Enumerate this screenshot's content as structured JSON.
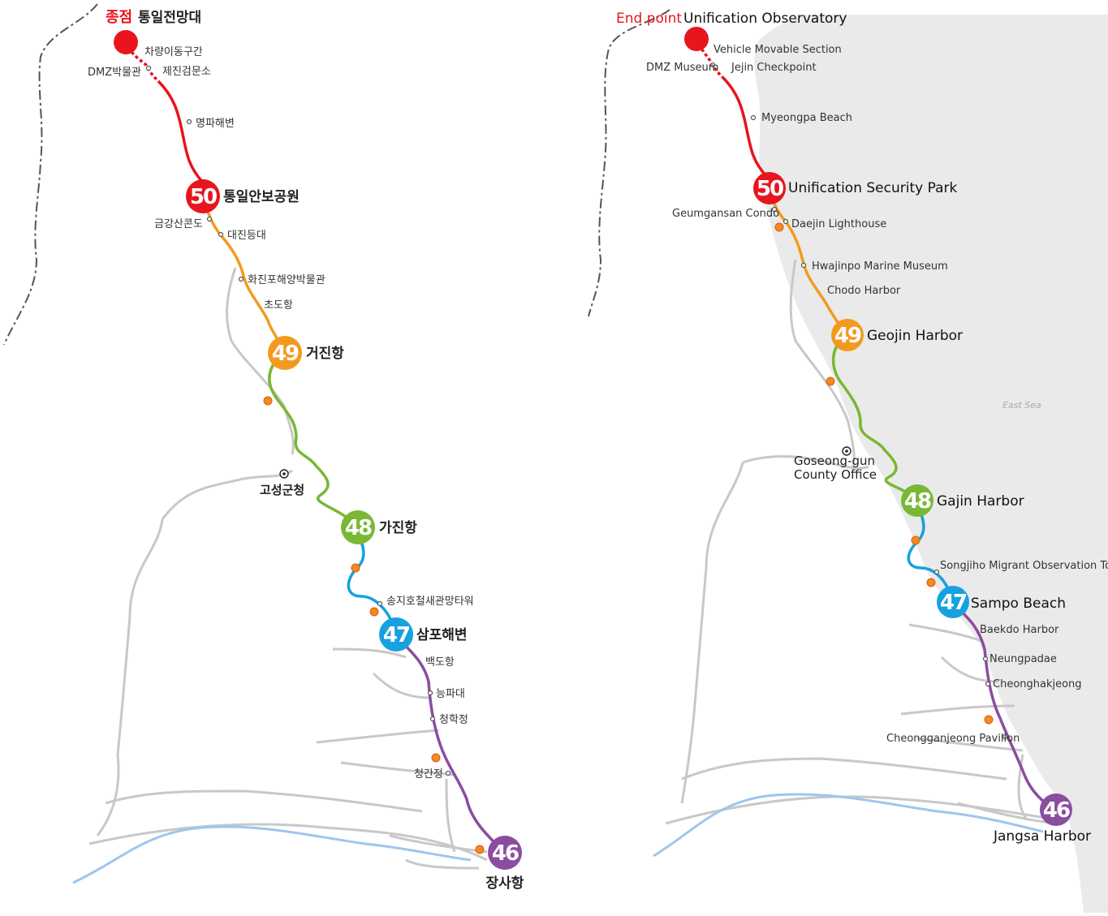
{
  "colors": {
    "red": "#e8141e",
    "orange": "#f39a1e",
    "green": "#78b834",
    "blue": "#17a1e0",
    "purple": "#8a4da0",
    "road": "#c8c8c8",
    "river": "#9dc6ee",
    "border": "#555555",
    "sea": "#eaeaea"
  },
  "icons": {
    "flower": "flower-marker-icon",
    "office": "county-office-icon"
  },
  "left": {
    "end": {
      "tag": "종점",
      "name": "통일전망대"
    },
    "labels": {
      "vehicle": "차량이동구간",
      "dmz": "DMZ박물관",
      "jejin": "제진검문소",
      "myeongpa": "명파해변",
      "geumgang": "금강산콘도",
      "daejin": "대진등대",
      "hwajinpo": "화진포해양박물관",
      "chodo": "초도항",
      "county": "고성군청",
      "songjiho": "송지호철새관망타워",
      "baekdo": "백도항",
      "neungpa": "능파대",
      "cheonghak": "청학정",
      "cheonggan": "청간정"
    },
    "stations": [
      {
        "num": "50",
        "name": "통일안보공원"
      },
      {
        "num": "49",
        "name": "거진항"
      },
      {
        "num": "48",
        "name": "가진항"
      },
      {
        "num": "47",
        "name": "삼포해변"
      },
      {
        "num": "46",
        "name": "장사항"
      }
    ]
  },
  "right": {
    "end": {
      "tag": "End point",
      "name": "Unification Observatory"
    },
    "labels": {
      "vehicle": "Vehicle Movable Section",
      "dmz": "DMZ Museum",
      "jejin": "Jejin Checkpoint",
      "myeongpa": "Myeongpa Beach",
      "geumgang": "Geumgansan Condo",
      "daejin": "Daejin Lighthouse",
      "hwajinpo": "Hwajinpo Marine Museum",
      "chodo": "Chodo Harbor",
      "sea": "East Sea",
      "county1": "Goseong-gun",
      "county2": "County Office",
      "songjiho": "Songjiho Migrant Observation Tower",
      "baekdo": "Baekdo Harbor",
      "neungpa": "Neungpadae",
      "cheonghak": "Cheonghakjeong",
      "cheonggan": "Cheongganjeong Pavilion"
    },
    "stations": [
      {
        "num": "50",
        "name": "Unification Security Park"
      },
      {
        "num": "49",
        "name": "Geojin Harbor"
      },
      {
        "num": "48",
        "name": "Gajin Harbor"
      },
      {
        "num": "47",
        "name": "Sampo Beach"
      },
      {
        "num": "46",
        "name": "Jangsa Harbor"
      }
    ]
  }
}
